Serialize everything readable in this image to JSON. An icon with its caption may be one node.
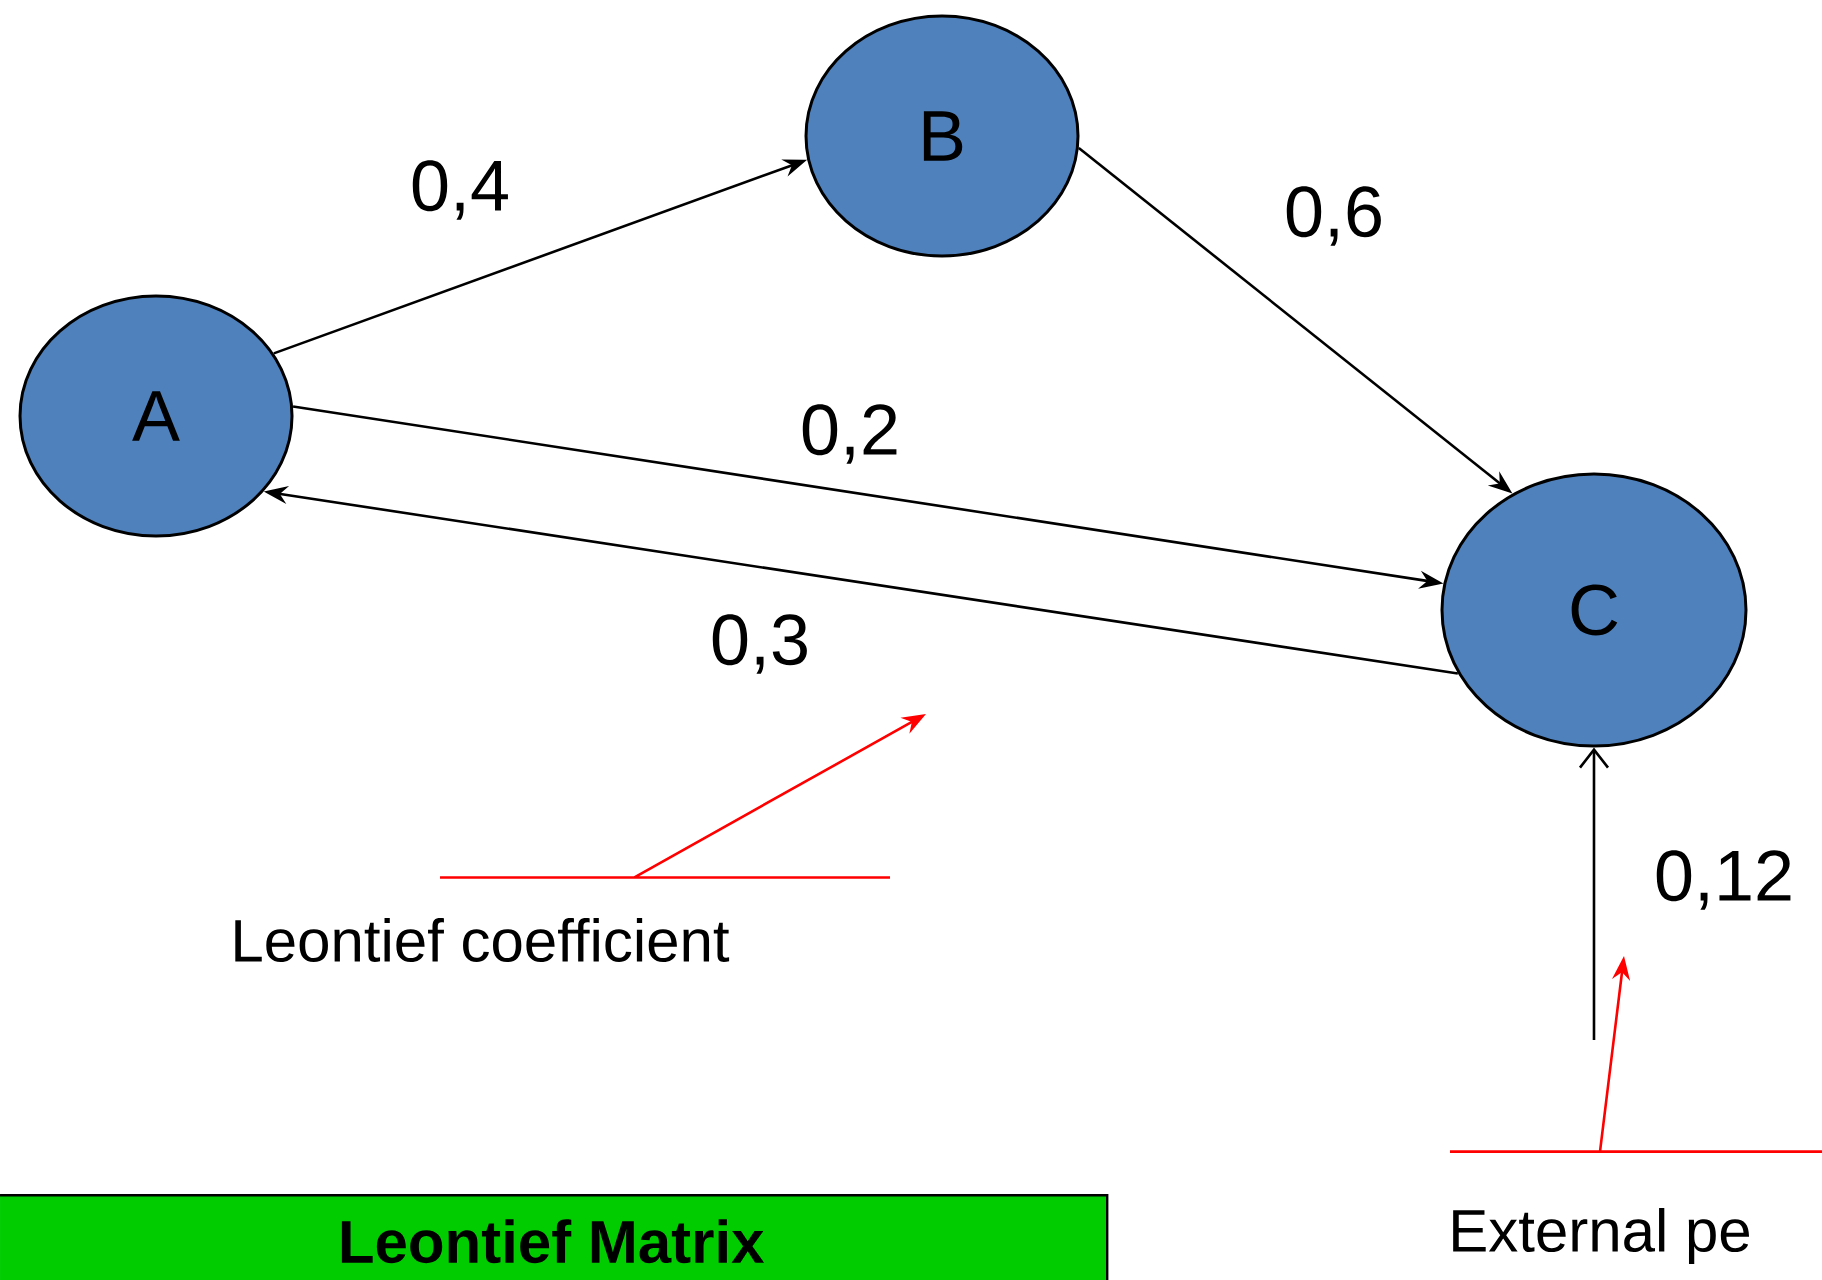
{
  "diagram": {
    "nodes": [
      {
        "text": [
          "A"
        ]
      },
      {
        "text": [
          "B"
        ]
      },
      {
        "text": [
          "C"
        ]
      },
      {
        "text": [
          "Leontief coefficient"
        ]
      },
      {
        "text": [
          "External pe"
        ]
      },
      {
        "text": [
          "Leontief Matrix"
        ]
      }
    ],
    "edges": [
      {
        "from": 0,
        "to": 1,
        "arrow": "to",
        "label": "0,4"
      },
      {
        "from": 1,
        "to": 2,
        "arrow": "to",
        "label": "0,6"
      },
      {
        "from": 0,
        "to": 2,
        "arrow": "to",
        "label": "0,2"
      },
      {
        "from": 2,
        "to": 0,
        "arrow": "to",
        "label": "0,3"
      },
      {
        "from": null,
        "to": 2,
        "arrow": "to",
        "label": "0,12"
      },
      {
        "from": 3,
        "to": null,
        "arrow": "to",
        "color": "#ff0000"
      },
      {
        "from": 4,
        "to": null,
        "arrow": "to",
        "color": "#ff0000"
      }
    ]
  }
}
